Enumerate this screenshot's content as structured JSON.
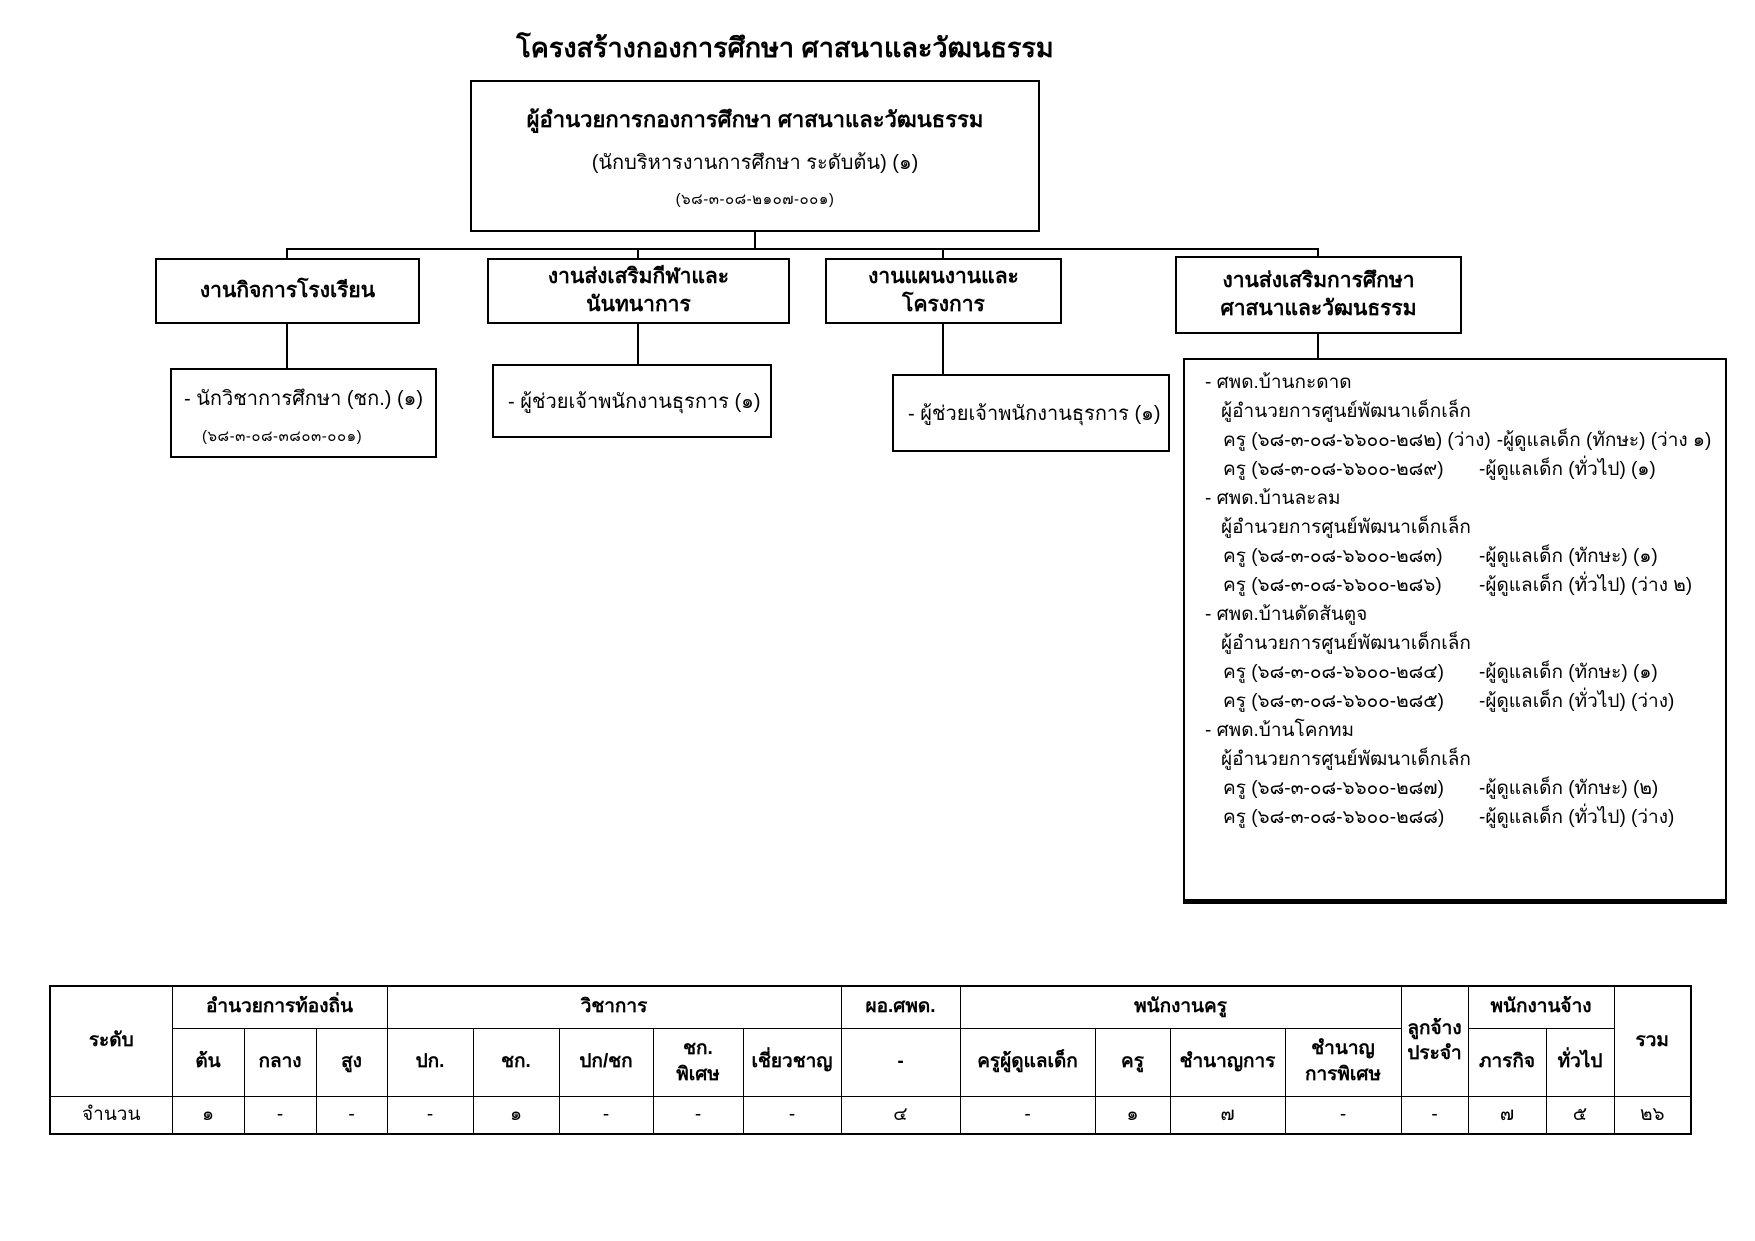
{
  "title": "โครงสร้างกองการศึกษา ศาสนาและวัฒนธรรม",
  "director_box": {
    "line1": "ผู้อำนวยการกองการศึกษา ศาสนาและวัฒนธรรม",
    "line2": "(นักบริหารงานการศึกษา ระดับต้น) (๑)",
    "line3": "(๖๘-๓-๐๘-๒๑๐๗-๐๐๑)"
  },
  "branches": [
    {
      "label": "งานกิจการโรงเรียน"
    },
    {
      "label": "งานส่งเสริมกีฬาและนันทนาการ"
    },
    {
      "label": "งานแผนงานและโครงการ"
    },
    {
      "label": "งานส่งเสริมการศึกษา ศาสนาและวัฒนธรรม"
    }
  ],
  "sub_boxes": [
    {
      "line1": "- นักวิชาการศึกษา (ชก.) (๑)",
      "line2": "(๖๘-๓-๐๘-๓๘๐๓-๐๐๑)"
    },
    {
      "line1": "- ผู้ช่วยเจ้าพนักงานธุรการ (๑)"
    },
    {
      "line1": "- ผู้ช่วยเจ้าพนักงานธุรการ (๑)"
    }
  ],
  "centers_box": {
    "centers": [
      {
        "name": "- ศพด.บ้านกะดาด",
        "director": "ผู้อำนวยการศูนย์พัฒนาเด็กเล็ก",
        "rows": [
          {
            "left": "ครู (๖๘-๓-๐๘-๖๖๐๐-๒๘๒) (ว่าง)",
            "right": "-ผู้ดูแลเด็ก (ทักษะ) (ว่าง ๑)"
          },
          {
            "left": "ครู (๖๘-๓-๐๘-๖๖๐๐-๒๘๙)",
            "right": "-ผู้ดูแลเด็ก (ทั่วไป) (๑)"
          }
        ]
      },
      {
        "name": "- ศพด.บ้านละลม",
        "director": "ผู้อำนวยการศูนย์พัฒนาเด็กเล็ก",
        "rows": [
          {
            "left": "ครู (๖๘-๓-๐๘-๖๖๐๐-๒๘๓)",
            "right": "-ผู้ดูแลเด็ก (ทักษะ) (๑)"
          },
          {
            "left": "ครู (๖๘-๓-๐๘-๖๖๐๐-๒๘๖)",
            "right": "-ผู้ดูแลเด็ก (ทั่วไป) (ว่าง ๒)"
          }
        ]
      },
      {
        "name": "- ศพด.บ้านดัดสันตูจ",
        "director": "ผู้อำนวยการศูนย์พัฒนาเด็กเล็ก",
        "rows": [
          {
            "left": "ครู (๖๘-๓-๐๘-๖๖๐๐-๒๘๔)",
            "right": "-ผู้ดูแลเด็ก (ทักษะ) (๑)"
          },
          {
            "left": "ครู (๖๘-๓-๐๘-๖๖๐๐-๒๘๕)",
            "right": "-ผู้ดูแลเด็ก (ทั่วไป) (ว่าง)"
          }
        ]
      },
      {
        "name": "- ศพด.บ้านโคกทม",
        "director": "ผู้อำนวยการศูนย์พัฒนาเด็กเล็ก",
        "rows": [
          {
            "left": "ครู (๖๘-๓-๐๘-๖๖๐๐-๒๘๗)",
            "right": "-ผู้ดูแลเด็ก (ทักษะ) (๒)"
          },
          {
            "left": "ครู (๖๘-๓-๐๘-๖๖๐๐-๒๘๘)",
            "right": "-ผู้ดูแลเด็ก (ทั่วไป) (ว่าง)"
          }
        ]
      }
    ]
  },
  "table": {
    "level_header": "ระดับ",
    "row_label": "จำนวน",
    "group_labels": [
      "อำนวยการท้องถิ่น",
      "วิชาการ",
      "ผอ.ศพด.",
      "พนักงานครู",
      "ลูกจ้าง\nประจำ",
      "พนักงานจ้าง",
      "รวม"
    ],
    "sub_headers": [
      "ต้น",
      "กลาง",
      "สูง",
      "ปก.",
      "ชก.",
      "ปก/ชก",
      "ชก.\nพิเศษ",
      "เชี่ยวชาญ",
      "-",
      "ครูผู้ดูแลเด็ก",
      "ครู",
      "ชำนาญการ",
      "ชำนาญ\nการพิเศษ",
      "ภารกิจ",
      "ทั่วไป"
    ],
    "values": [
      "๑",
      "-",
      "-",
      "-",
      "๑",
      "-",
      "-",
      "-",
      "๔",
      "-",
      "๑",
      "๗",
      "-",
      "-",
      "๗",
      "๕",
      "๒๖"
    ]
  }
}
